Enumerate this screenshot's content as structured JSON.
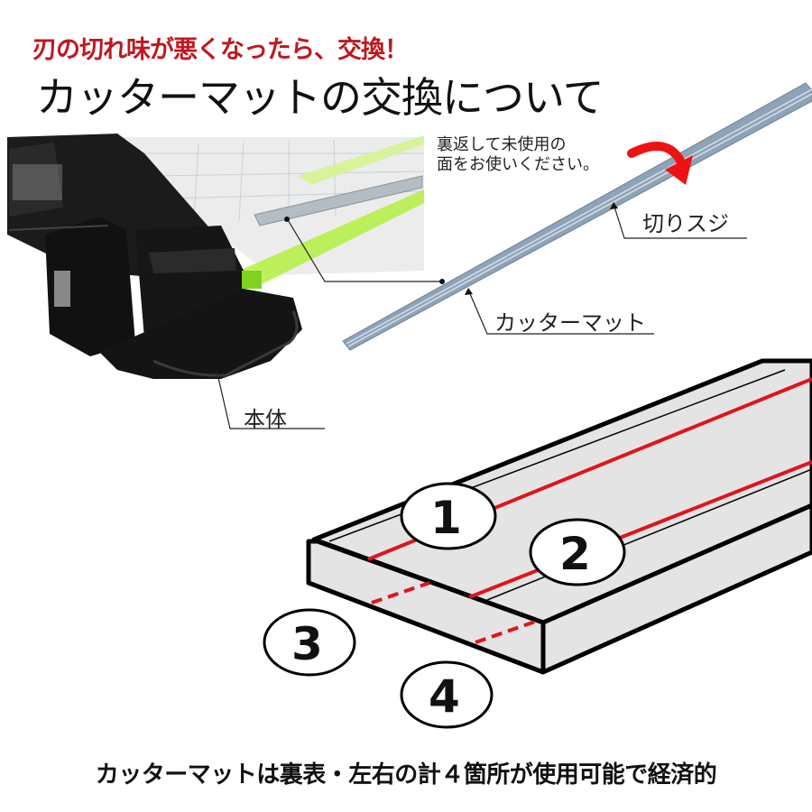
{
  "header": {
    "subtitle": "刃の切れ味が悪くなったら、交換！",
    "title": "カッターマットの交換について"
  },
  "photo_section": {
    "note_line1": "裏返して未使用の",
    "note_line2": "面をお使いください。",
    "labels": {
      "cut_line": "切りスジ",
      "cutter_mat": "カッターマット",
      "body": "本体"
    }
  },
  "diagram": {
    "markers": [
      "1",
      "2",
      "3",
      "4"
    ],
    "line_color": "#e0141c",
    "mat_fill": "#e4e4e4"
  },
  "caption": "カッターマットは裏表・左右の計４箇所が使用可能で経済的",
  "colors": {
    "accent_red": "#c0171f",
    "arrow_red": "#ee1111",
    "mat_blue": "#8fa3b8",
    "lime": "#b8f04a"
  }
}
